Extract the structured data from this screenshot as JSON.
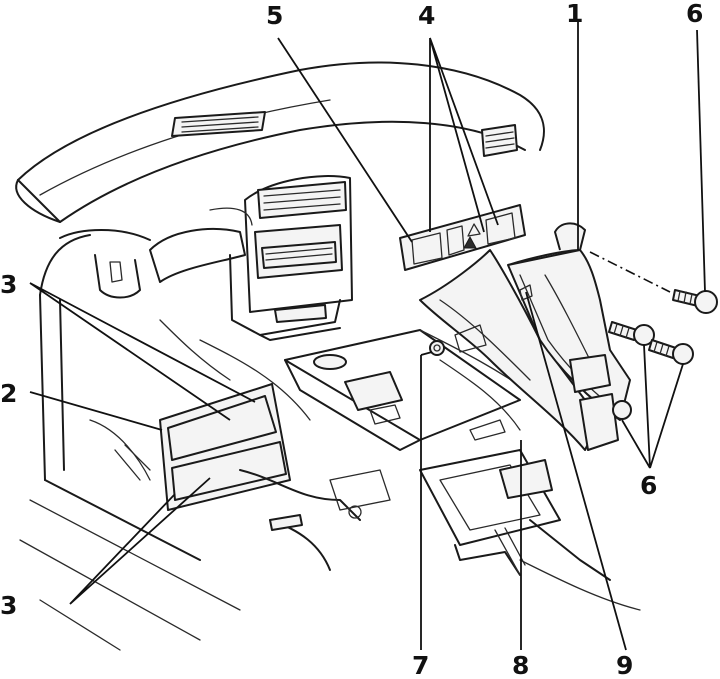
{
  "callouts": {
    "c1": "1",
    "c2": "2",
    "c3a": "3",
    "c3b": "3",
    "c4": "4",
    "c5": "5",
    "c6a": "6",
    "c6b": "6",
    "c7": "7",
    "c8": "8",
    "c9": "9"
  }
}
